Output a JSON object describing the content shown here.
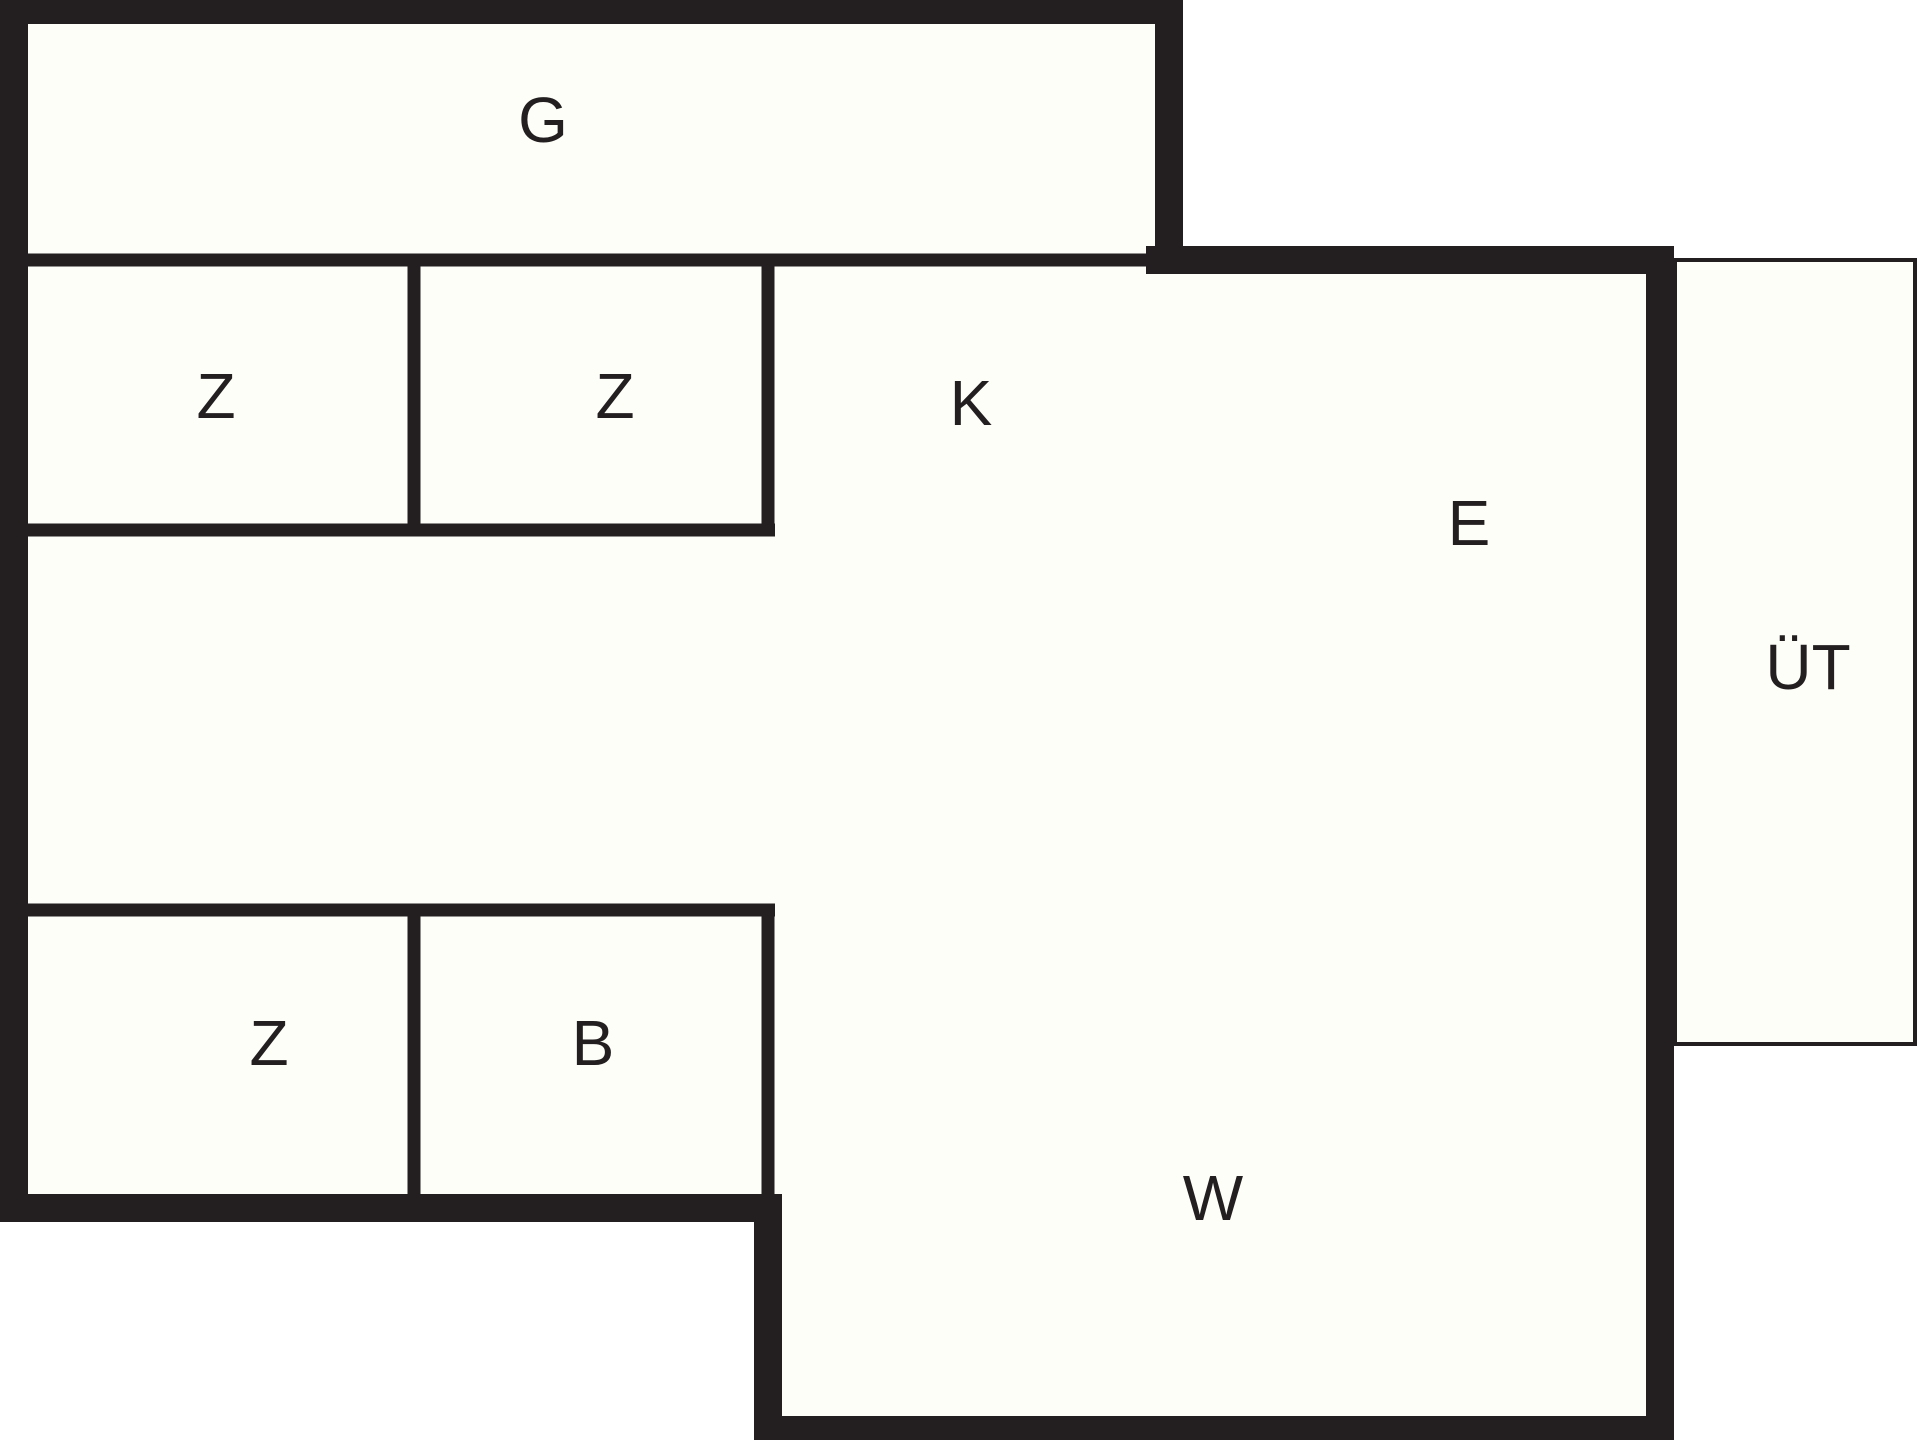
{
  "floorplan": {
    "rooms": {
      "garage": "G",
      "room_top_left": "Z",
      "room_top_middle": "Z",
      "kitchen": "K",
      "dining": "E",
      "terrace": "ÜT",
      "room_bottom_left": "Z",
      "bathroom": "B",
      "living": "W"
    }
  },
  "colors": {
    "wall": "#231f20",
    "floor": "#fefef9",
    "background": "#ffffff"
  }
}
